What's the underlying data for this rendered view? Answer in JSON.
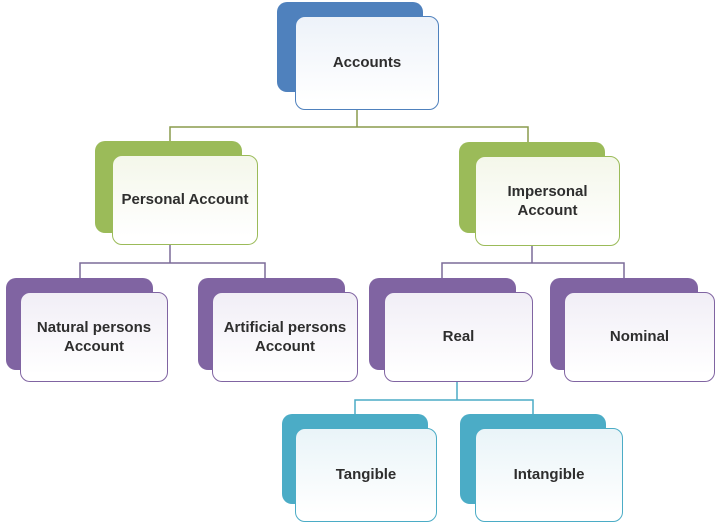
{
  "diagram_type": "hierarchy-smartart",
  "palette": {
    "blue": {
      "accent": "#4f81bd",
      "fill": "#edf2f9"
    },
    "green": {
      "accent": "#9bbb59",
      "fill": "#f4f7ea"
    },
    "purple": {
      "accent": "#8064a2",
      "fill": "#f1eef6"
    },
    "teal": {
      "accent": "#4bacc6",
      "fill": "#e9f4f8"
    }
  },
  "connectors": {
    "level1": "#8a9b4d",
    "level2": "#7b6b99",
    "level3": "#4bacc6"
  },
  "nodes": [
    {
      "id": "accounts",
      "label": "Accounts",
      "parent": null,
      "color": "blue"
    },
    {
      "id": "personal",
      "label": "Personal Account",
      "parent": "accounts",
      "color": "green"
    },
    {
      "id": "impersonal",
      "label": "Impersonal\nAccount",
      "parent": "accounts",
      "color": "green"
    },
    {
      "id": "natural",
      "label": "Natural persons\nAccount",
      "parent": "personal",
      "color": "purple"
    },
    {
      "id": "artificial",
      "label": "Artificial persons\nAccount",
      "parent": "personal",
      "color": "purple"
    },
    {
      "id": "real",
      "label": "Real",
      "parent": "impersonal",
      "color": "purple"
    },
    {
      "id": "nominal",
      "label": "Nominal",
      "parent": "impersonal",
      "color": "purple"
    },
    {
      "id": "tangible",
      "label": "Tangible",
      "parent": "real",
      "color": "teal"
    },
    {
      "id": "intangible",
      "label": "Intangible",
      "parent": "real",
      "color": "teal"
    }
  ]
}
